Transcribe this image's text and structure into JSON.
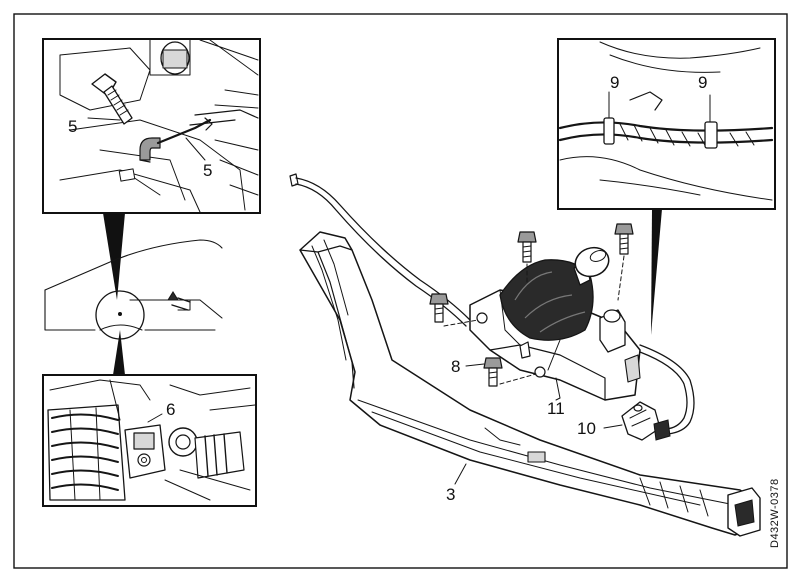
{
  "diagram": {
    "callouts": {
      "c5a": "5",
      "c5b": "5",
      "c6": "6",
      "c8": "8",
      "c9a": "9",
      "c9b": "9",
      "c10": "10",
      "c11": "11",
      "c3": "3"
    },
    "reference_code": "D432W-0378"
  }
}
